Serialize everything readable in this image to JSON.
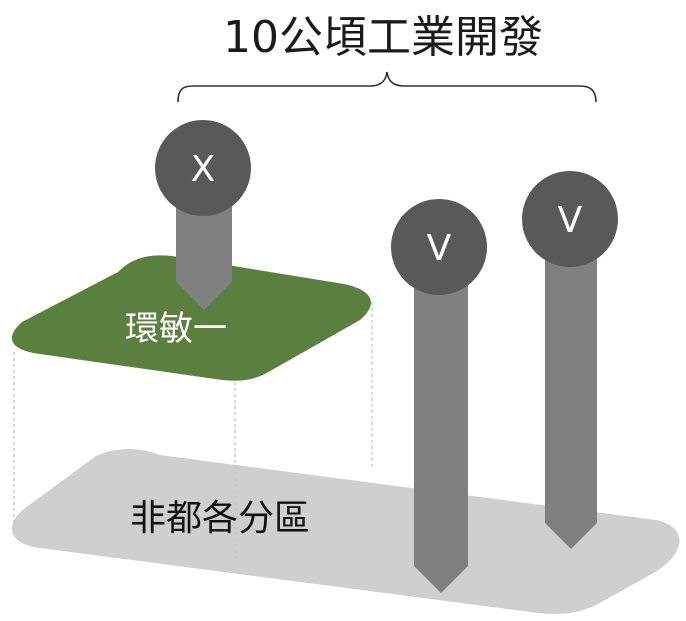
{
  "title": "10公頃工業開發",
  "zones": {
    "top_zone_label": "環敏一",
    "base_zone_label": "非都各分區"
  },
  "markers": {
    "left": "X",
    "middle": "V",
    "right": "V"
  },
  "colors": {
    "base_zone": "#cfcfcf",
    "top_zone": "#5b7f3f",
    "marker_circle": "#595959",
    "marker_stem": "#808080",
    "dashed_lines": "#c8c8c8"
  }
}
